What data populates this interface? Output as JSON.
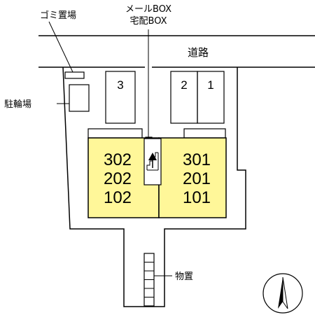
{
  "labels": {
    "mail_line1": "メールBOX",
    "mail_line2": "宅配BOX",
    "garbage": "ゴミ置場",
    "road": "道路",
    "bicycle": "駐輪場",
    "storage": "物置"
  },
  "parking": {
    "space_3": "3",
    "space_2": "2",
    "space_1": "1"
  },
  "units": {
    "left_top": "302",
    "left_mid": "202",
    "left_bot": "102",
    "right_top": "301",
    "right_mid": "201",
    "right_bot": "101"
  },
  "colors": {
    "unit_fill": "#fff799",
    "line": "#000000",
    "background": "#ffffff"
  },
  "icons": {
    "north": "north-arrow-icon",
    "stairs": "stairs-icon"
  }
}
